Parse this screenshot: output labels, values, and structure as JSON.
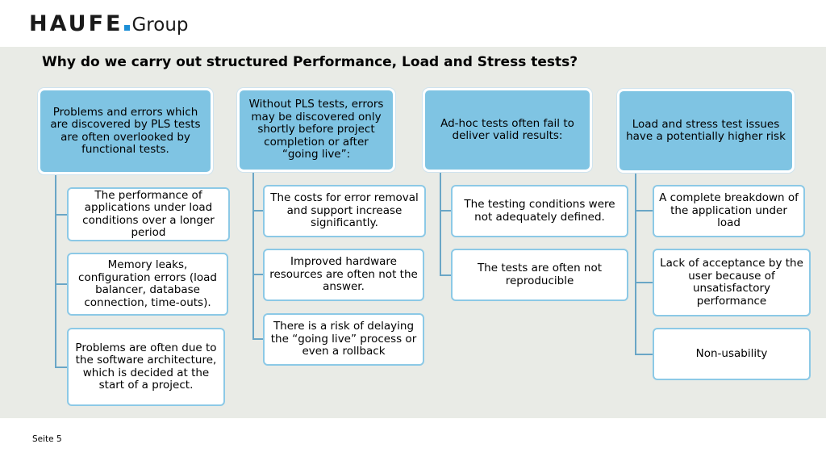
{
  "header": {
    "logo_mark": "HAUFE",
    "logo_group": "Group"
  },
  "title": "Why do we carry out structured Performance, Load and Stress tests?",
  "columns": [
    {
      "header": "Problems and errors which are discovered by PLS tests are often overlooked by functional tests.",
      "items": [
        "The performance of applications under load conditions over a longer period",
        "Memory leaks, configuration errors (load balancer, database connection, time-outs).",
        "Problems are often due to the software architecture, which is decided at the start of a project."
      ]
    },
    {
      "header": "Without PLS tests, errors may be discovered only shortly before project completion or after “going live”:",
      "items": [
        "The costs for error removal and support increase significantly.",
        "Improved hardware resources are often not the answer.",
        "There is a risk of delaying the “going live” process or even a rollback"
      ]
    },
    {
      "header": "Ad-hoc tests often fail to deliver valid results:",
      "items": [
        "The testing conditions were not adequately defined.",
        "The tests are often not reproducible"
      ]
    },
    {
      "header": "Load and stress test issues have a potentially higher risk",
      "items": [
        "A complete breakdown of the application under load",
        "Lack of acceptance by the user because of unsatisfactory performance",
        "Non-usability"
      ]
    }
  ],
  "footer": {
    "page": "Seite 5"
  }
}
